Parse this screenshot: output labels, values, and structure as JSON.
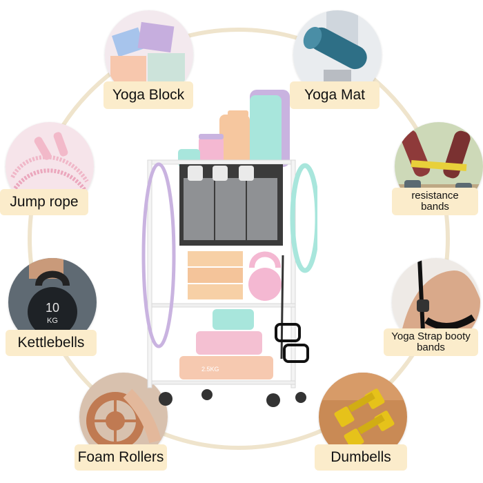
{
  "labels": {
    "yoga_block": "Yoga Block",
    "yoga_mat": "Yoga Mat",
    "jump_rope": "Jump rope",
    "resistance_bands_line1": "resistance",
    "resistance_bands_line2": "bands",
    "kettlebells": "Kettlebells",
    "strap_bands_line1": "Yoga Strap booty",
    "strap_bands_line2": "bands",
    "foam_rollers": "Foam Rollers",
    "dumbells": "Dumbells"
  },
  "product_text": {
    "kettlebell_weight": "10",
    "kettlebell_unit": "KG",
    "dumbbell_marking": "2.5KG"
  },
  "icons": {
    "yoga_block": "yoga-block-icon",
    "yoga_mat": "yoga-mat-icon",
    "jump_rope": "jump-rope-icon",
    "resistance_bands": "resistance-band-icon",
    "kettlebells": "kettlebell-icon",
    "strap_bands": "strap-band-icon",
    "foam_rollers": "foam-roller-icon",
    "dumbells": "dumbbell-icon",
    "cart": "storage-cart-icon"
  },
  "colors": {
    "label_bg": "#fbeccb",
    "ring": "#efe4cc",
    "mint": "#a8e6dc",
    "pink": "#f4c0d2",
    "peach": "#f6c79f",
    "lavender": "#c9b3e0",
    "yellow": "#e6c21a"
  }
}
